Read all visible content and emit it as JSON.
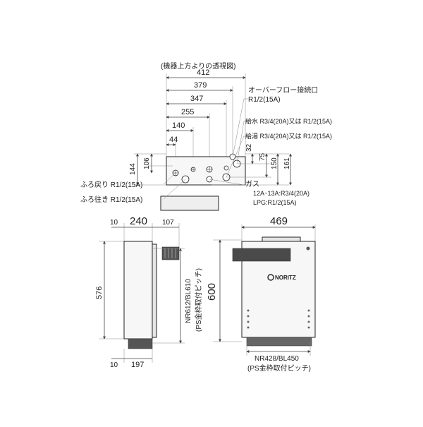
{
  "top_view": {
    "caption": "(機器上方よりの透視図)",
    "widths": [
      "412",
      "379",
      "347",
      "255",
      "140",
      "44"
    ],
    "heights_left": [
      "144",
      "106"
    ],
    "heights_right": [
      "32",
      "75",
      "150",
      "161"
    ],
    "labels": {
      "overflow_title": "オーバーフロー接続口",
      "overflow_size": "R1/2(15A)",
      "water_supply": "給水 R3/4(20A)又は R1/2(15A)",
      "hot_water": "給湯 R3/4(20A)又は R1/2(15A)",
      "bath_return": "ふろ戻り R1/2(15A)",
      "bath_out": "ふろ往き R1/2(15A)",
      "gas_title": "ガス",
      "gas_city": "12A･13A:R3/4(20A)",
      "gas_lpg": "LPG:R1/2(15A)"
    }
  },
  "side_view": {
    "top_dims": [
      "10",
      "240",
      "107"
    ],
    "height": "576",
    "bottom_dims": [
      "10",
      "197"
    ],
    "pitch_vertical": "NR612/BL610",
    "pitch_note": "(PS金枠取付ピッチ)"
  },
  "front_view": {
    "width": "469",
    "height": "600",
    "brand": "NORITZ",
    "pitch_horizontal": "NR428/BL450",
    "pitch_note": "(PS金枠取付ピッチ)"
  }
}
